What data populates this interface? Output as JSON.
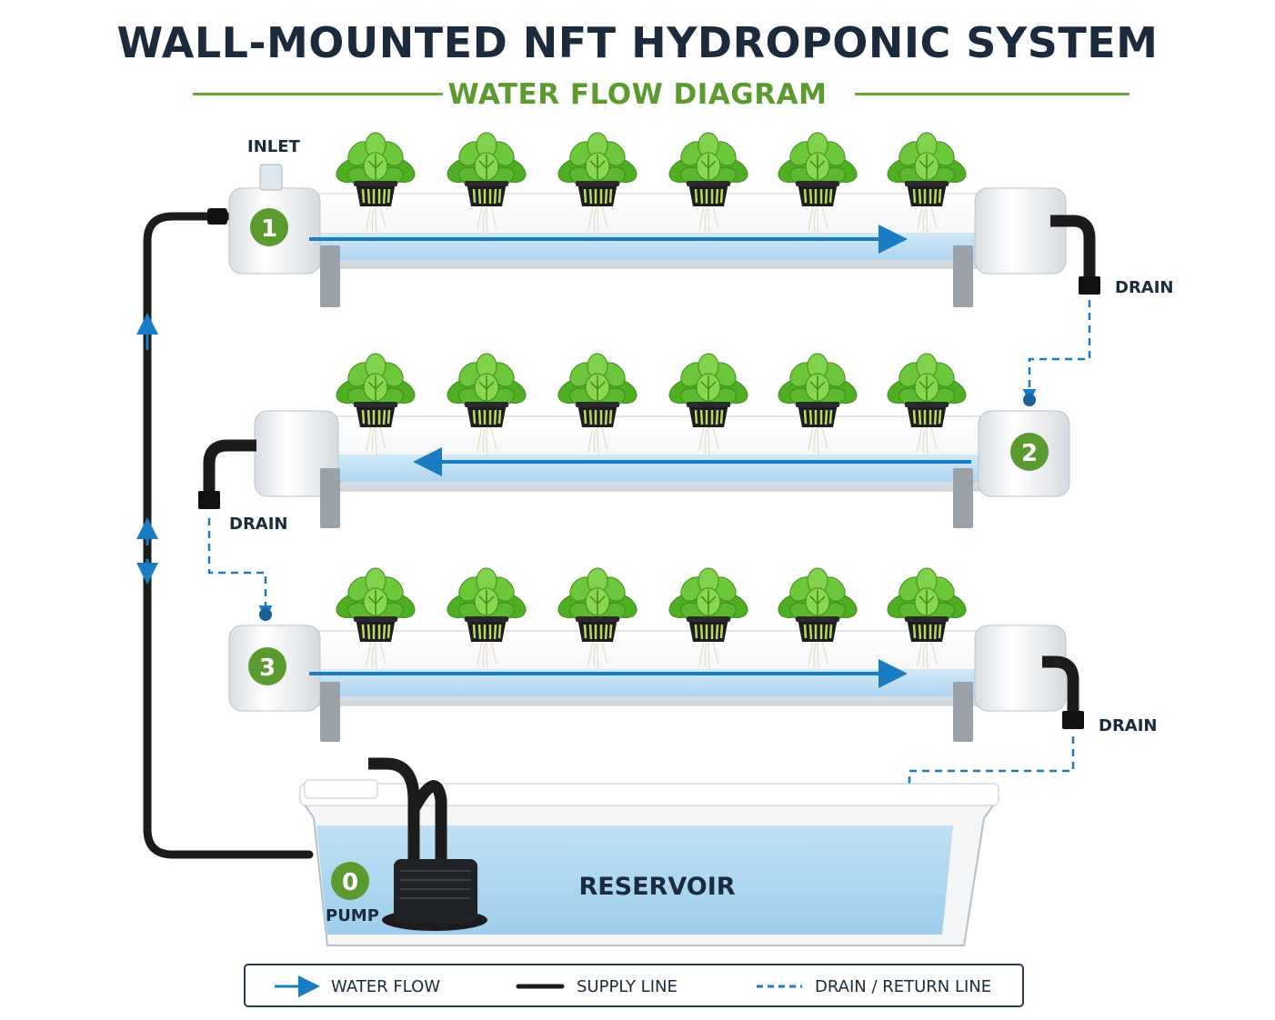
{
  "title": "WALL-MOUNTED NFT HYDROPONIC SYSTEM",
  "subtitle": "WATER FLOW DIAGRAM",
  "labels": {
    "inlet": "INLET",
    "drain_1": "DRAIN",
    "drain_2": "DRAIN",
    "drain_3": "DRAIN",
    "pump": "PUMP",
    "reservoir": "RESERVOIR"
  },
  "channels": [
    {
      "number": "1",
      "flow_direction": "right",
      "plants": 6
    },
    {
      "number": "2",
      "flow_direction": "left",
      "plants": 6
    },
    {
      "number": "3",
      "flow_direction": "right",
      "plants": 6
    }
  ],
  "pump_number": "0",
  "legend": {
    "water_flow": "WATER FLOW",
    "supply_line": "SUPPLY LINE",
    "drain_return": "DRAIN / RETURN LINE"
  },
  "colors": {
    "title": "#1b2a3d",
    "subtitle": "#5a9a2f",
    "badge": "#5a9a2f",
    "water": "#bfe0f5",
    "flow_arrow": "#1a7dc4",
    "supply_line": "#1c1c1c",
    "drain_line": "#1a7dc4",
    "leaf": "#5cb82e"
  },
  "icons": [
    "plant-icon",
    "net-pot-icon",
    "pump-icon",
    "flow-arrow-icon"
  ]
}
